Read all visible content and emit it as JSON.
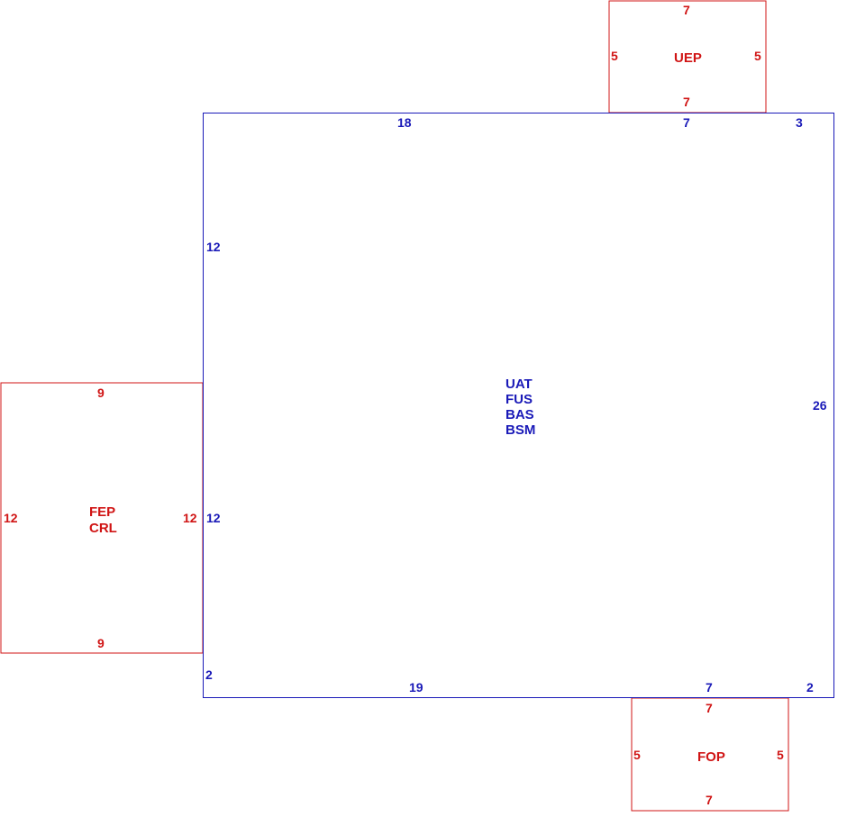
{
  "colors": {
    "main": "#1a1ab8",
    "addition": "#d01414"
  },
  "main_area": {
    "codes": [
      "UAT",
      "FUS",
      "BAS",
      "BSM"
    ],
    "dims": {
      "top_left": "18",
      "top_mid": "7",
      "top_right": "3",
      "left_upper": "12",
      "left_lower": "12",
      "left_bottom": "2",
      "right": "26",
      "bottom_left": "19",
      "bottom_mid": "7",
      "bottom_right": "2"
    }
  },
  "uep": {
    "code": "UEP",
    "dims": {
      "top": "7",
      "bottom": "7",
      "left": "5",
      "right": "5"
    }
  },
  "fep": {
    "codes": [
      "FEP",
      "CRL"
    ],
    "dims": {
      "top": "9",
      "bottom": "9",
      "left": "12",
      "right": "12"
    }
  },
  "fop": {
    "code": "FOP",
    "dims": {
      "top": "7",
      "bottom": "7",
      "left": "5",
      "right": "5"
    }
  }
}
